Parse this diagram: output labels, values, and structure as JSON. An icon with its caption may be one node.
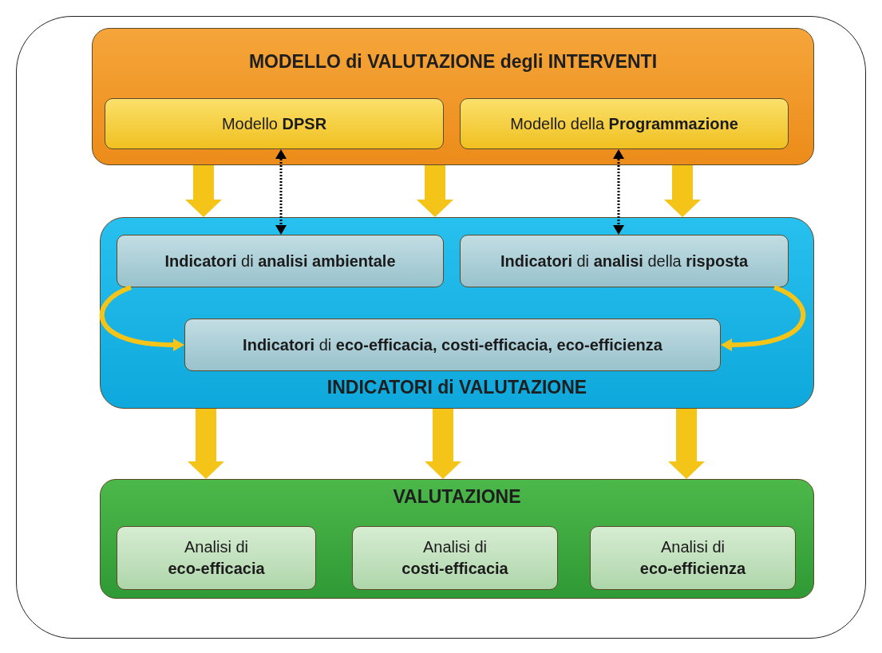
{
  "diagram": {
    "nodes": [
      {
        "text": [
          "MODELLO di VALUTAZIONE degli INTERVENTI"
        ]
      },
      {
        "text": [
          "Modello **DPSR**"
        ],
        "in": 0
      },
      {
        "text": [
          "Modello della **Programmazione**"
        ],
        "in": 0
      },
      {
        "text": [
          "INDICATORI di VALUTAZIONE"
        ]
      },
      {
        "text": [
          "**Indicatori** di **analisi ambientale**"
        ],
        "in": 3
      },
      {
        "text": [
          "**Indicatori** di **analisi** della **risposta**"
        ],
        "in": 3
      },
      {
        "text": [
          "**Indicatori** di **eco-efficacia, costi-efficacia, eco-efficienza**"
        ],
        "in": 3
      },
      {
        "text": [
          "VALUTAZIONE"
        ]
      },
      {
        "text": [
          "Analisi di **eco-efficacia**"
        ],
        "in": 7
      },
      {
        "text": [
          "Analisi di **costi-efficacia**"
        ],
        "in": 7
      },
      {
        "text": [
          "Analisi di **eco-efficienza**"
        ],
        "in": 7
      }
    ],
    "edges": [
      {
        "from": 1,
        "to": 4,
        "arrow": "both",
        "style": "dashed",
        "color": "#000000"
      },
      {
        "from": 2,
        "to": 5,
        "arrow": "both",
        "style": "dashed",
        "color": "#000000"
      },
      {
        "from": 0,
        "to": 3,
        "arrow": "to"
      },
      {
        "from": 0,
        "to": 3,
        "arrow": "to"
      },
      {
        "from": 0,
        "to": 3,
        "arrow": "to"
      },
      {
        "from": 4,
        "to": 6,
        "arrow": "to"
      },
      {
        "from": 5,
        "to": 6,
        "arrow": "to"
      },
      {
        "from": 3,
        "to": 7,
        "arrow": "to"
      },
      {
        "from": 3,
        "to": 7,
        "arrow": "to"
      },
      {
        "from": 3,
        "to": 7,
        "arrow": "to"
      }
    ]
  }
}
